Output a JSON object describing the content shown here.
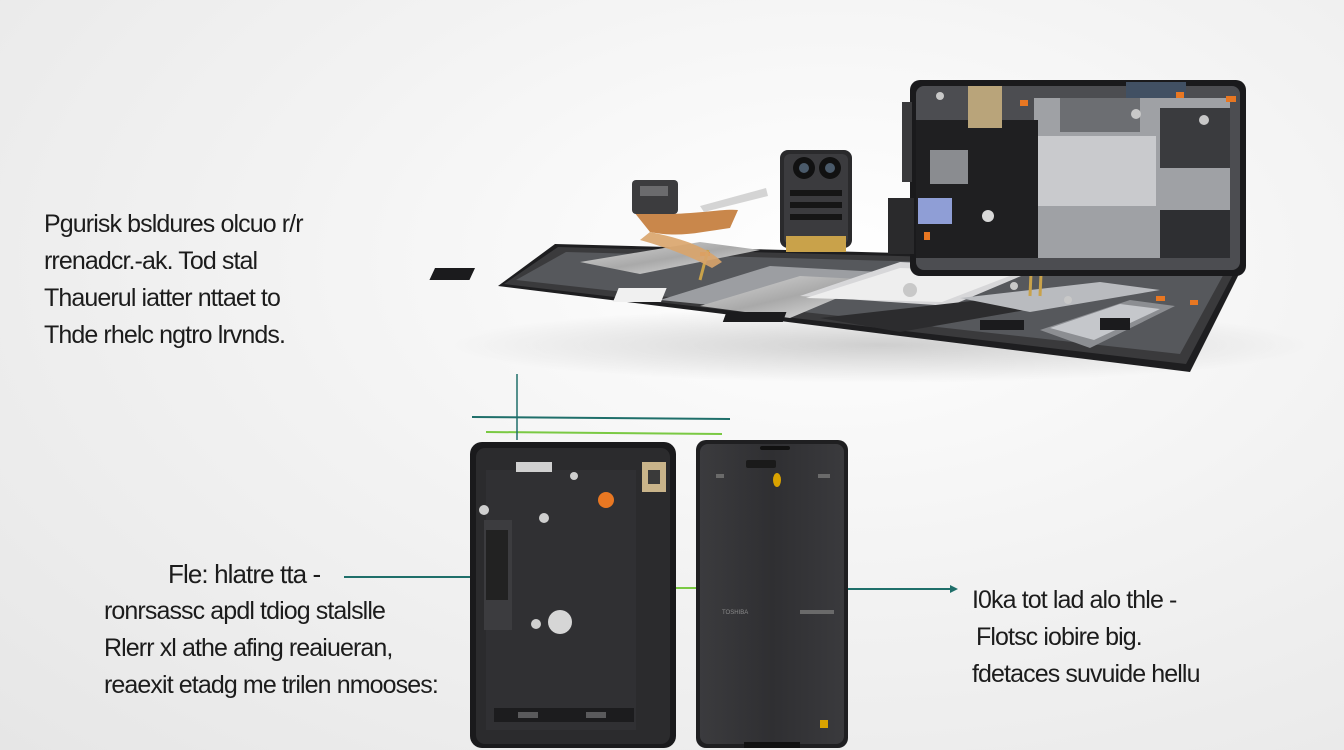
{
  "annotations": {
    "top_left": {
      "lines": [
        "Pgurisk bsldures olcuo r/r",
        "rrenadcr.-ak. Tod stal",
        "Thauerul iatter nttaet to",
        "Thde rhelc ngtro lrvnds."
      ]
    },
    "bottom_left": {
      "lines": [
        "Fle: hlatre tta -",
        "ronrsassc apdl tdiog stalslle",
        "Rlerr xl athe afing reaiueran,",
        "reaexit etadg me trilen nmooses:"
      ]
    },
    "bottom_right": {
      "lines": [
        "I0ka tot lad alo thle -",
        "Flotsc iobire big.",
        "fdetaces suvuide hellu"
      ]
    }
  },
  "phones": {
    "front_model_text": "TOSHIBA"
  },
  "colors": {
    "leader_line_green": "#7ac943",
    "leader_line_teal": "#1f6f6a",
    "chassis_dark": "#2b2b2d",
    "flex_cable_copper": "#c9874b",
    "accent_orange": "#e87722"
  }
}
